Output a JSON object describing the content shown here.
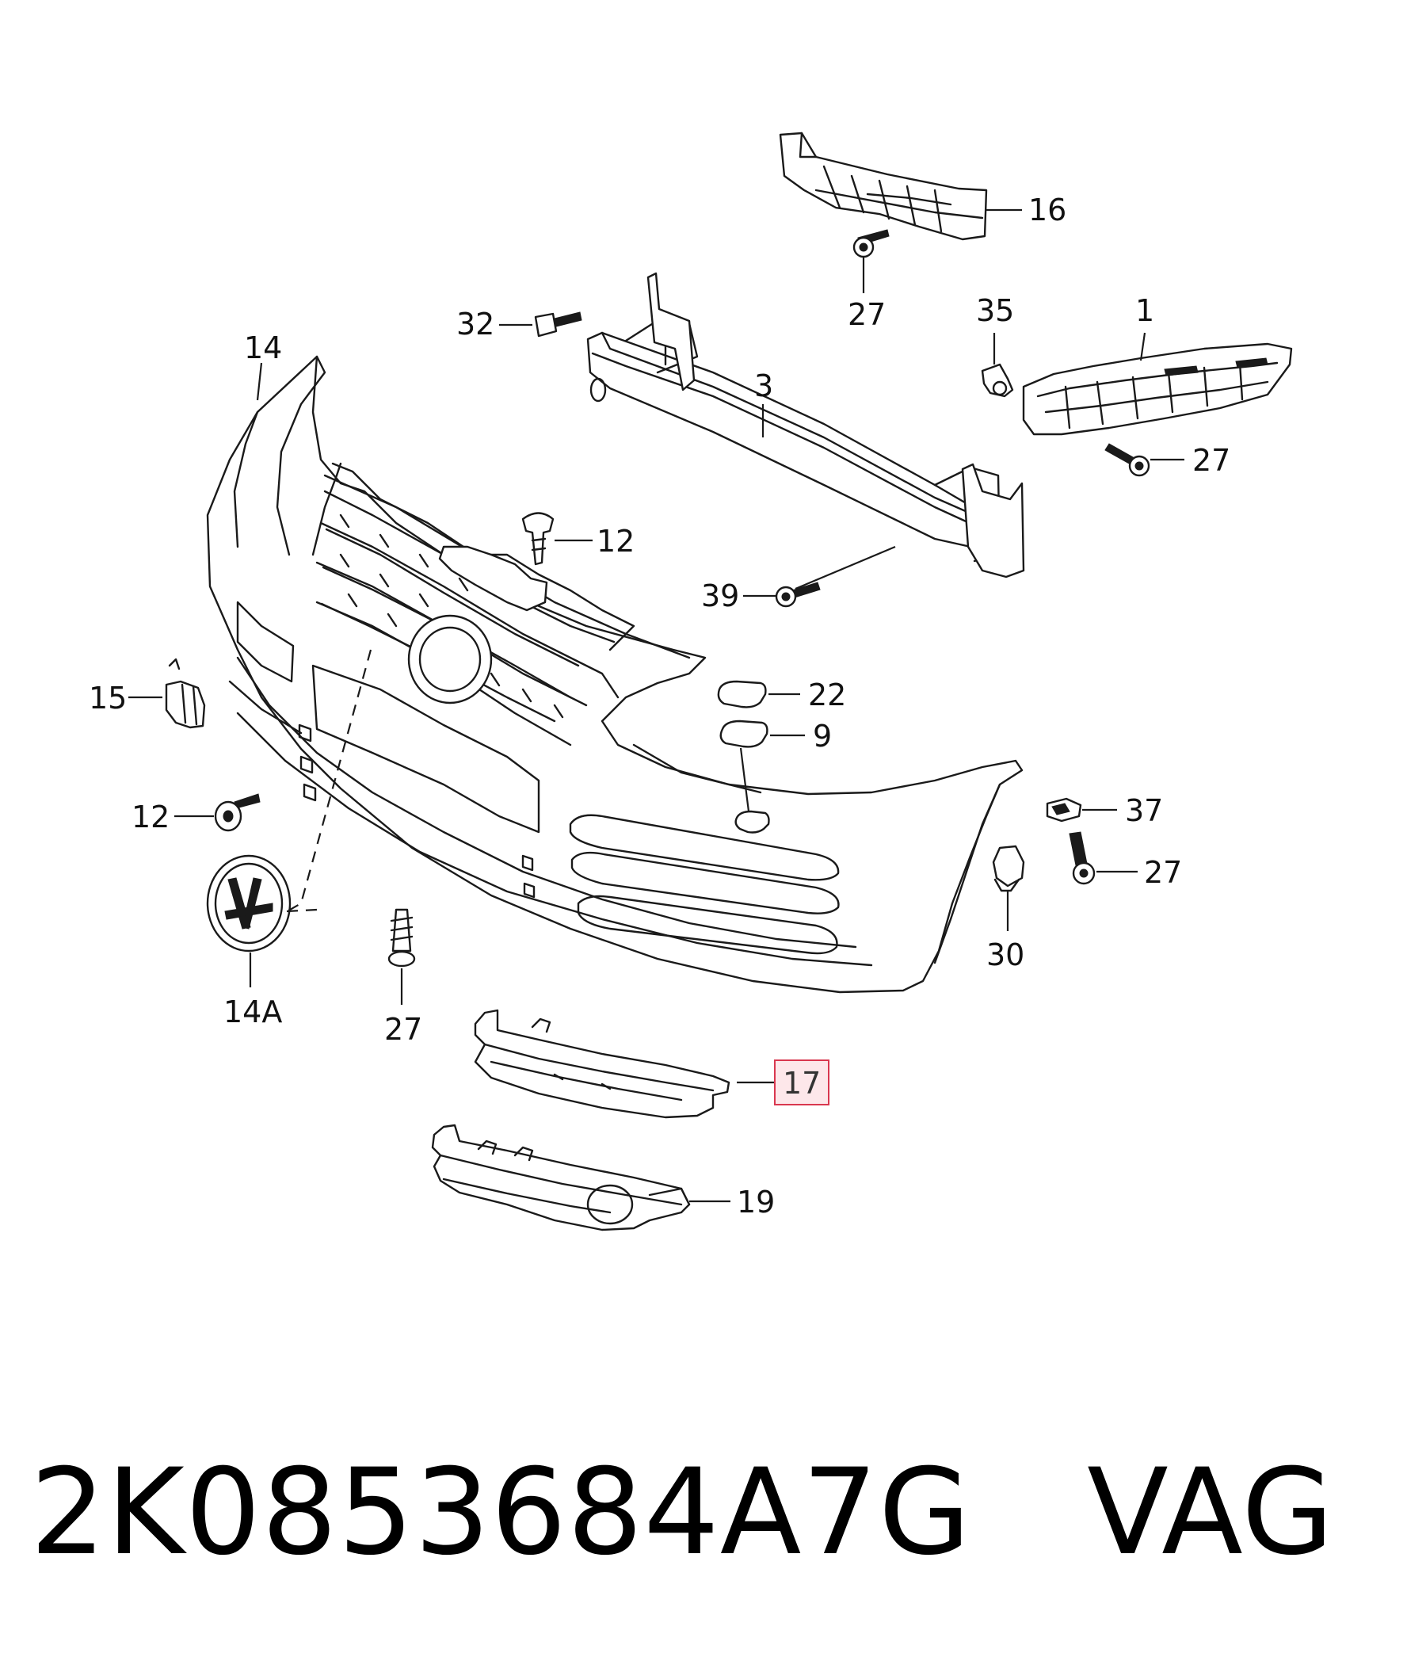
{
  "diagram": {
    "callouts": {
      "c16": "16",
      "c27a": "27",
      "c35": "35",
      "c1": "1",
      "c32": "32",
      "c3": "3",
      "c14": "14",
      "c27b": "27",
      "c12a": "12",
      "c39": "39",
      "c22": "22",
      "c9": "9",
      "c15": "15",
      "c12b": "12",
      "c37": "37",
      "c27c": "27",
      "c30": "30",
      "c14a": "14A",
      "c27d": "27",
      "c17": "17",
      "c19": "19"
    },
    "highlighted_part": "17",
    "highlight_colors": {
      "fill": "#fde7ea",
      "stroke": "#d9374f"
    }
  },
  "caption": {
    "part_number": "2K0853684A7G",
    "brand": "VAG"
  }
}
